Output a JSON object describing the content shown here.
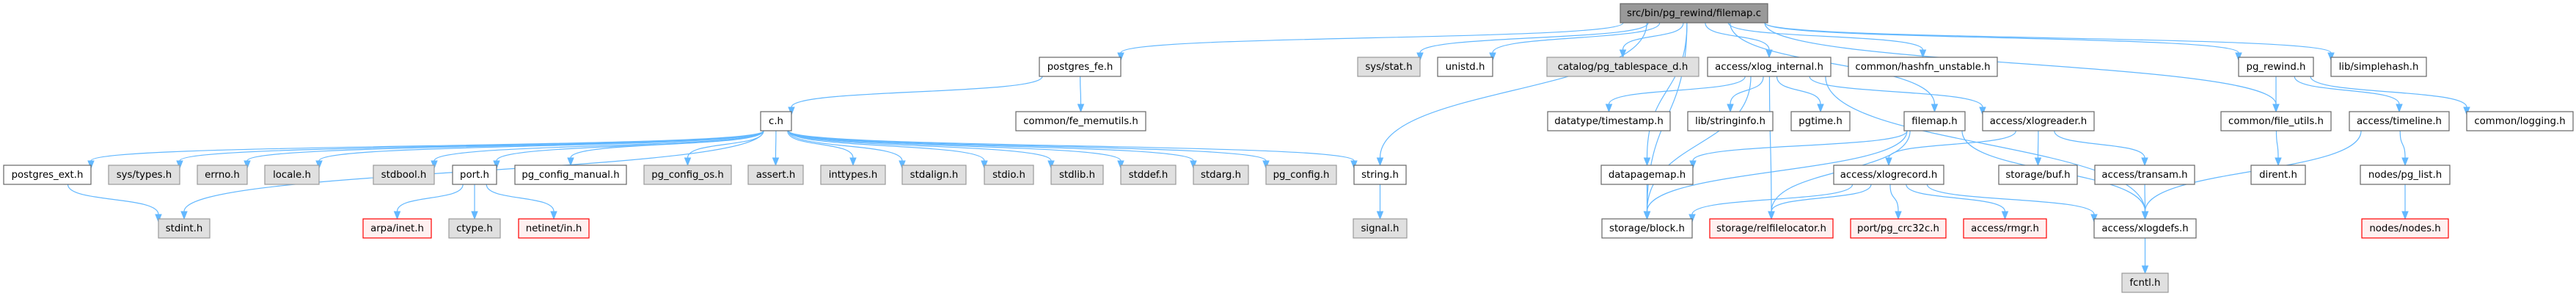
{
  "diagram": {
    "title": "src/bin/pg_rewind/filemap.c",
    "colors": {
      "edge": "#63b8ff",
      "root_fill": "#999999",
      "normal_fill": "#ffffff",
      "external_fill": "#e0e0e0",
      "missing_fill": "#fff0f0",
      "missing_stroke": "#ff0000"
    },
    "nodes": [
      {
        "id": "filemap_c",
        "label": "src/bin/pg_rewind/filemap.c",
        "kind": "root"
      },
      {
        "id": "postgres_fe",
        "label": "postgres_fe.h",
        "kind": "normal"
      },
      {
        "id": "sys_stat",
        "label": "sys/stat.h",
        "kind": "external"
      },
      {
        "id": "unistd",
        "label": "unistd.h",
        "kind": "normal"
      },
      {
        "id": "pg_tablespace_d",
        "label": "catalog/pg_tablespace_d.h",
        "kind": "external"
      },
      {
        "id": "xlog_internal",
        "label": "access/xlog_internal.h",
        "kind": "normal"
      },
      {
        "id": "hashfn_unstable",
        "label": "common/hashfn_unstable.h",
        "kind": "normal"
      },
      {
        "id": "pg_rewind",
        "label": "pg_rewind.h",
        "kind": "normal"
      },
      {
        "id": "simplehash",
        "label": "lib/simplehash.h",
        "kind": "normal"
      },
      {
        "id": "c_h",
        "label": "c.h",
        "kind": "normal"
      },
      {
        "id": "fe_memutils",
        "label": "common/fe_memutils.h",
        "kind": "normal"
      },
      {
        "id": "timestamp",
        "label": "datatype/timestamp.h",
        "kind": "normal"
      },
      {
        "id": "stringinfo",
        "label": "lib/stringinfo.h",
        "kind": "normal"
      },
      {
        "id": "pgtime",
        "label": "pgtime.h",
        "kind": "normal"
      },
      {
        "id": "filemap_h",
        "label": "filemap.h",
        "kind": "normal"
      },
      {
        "id": "xlogreader",
        "label": "access/xlogreader.h",
        "kind": "normal"
      },
      {
        "id": "file_utils",
        "label": "common/file_utils.h",
        "kind": "normal"
      },
      {
        "id": "timeline",
        "label": "access/timeline.h",
        "kind": "normal"
      },
      {
        "id": "logging",
        "label": "common/logging.h",
        "kind": "normal"
      },
      {
        "id": "postgres_ext",
        "label": "postgres_ext.h",
        "kind": "normal"
      },
      {
        "id": "sys_types",
        "label": "sys/types.h",
        "kind": "external"
      },
      {
        "id": "errno",
        "label": "errno.h",
        "kind": "external"
      },
      {
        "id": "locale",
        "label": "locale.h",
        "kind": "external"
      },
      {
        "id": "stdbool",
        "label": "stdbool.h",
        "kind": "external"
      },
      {
        "id": "port",
        "label": "port.h",
        "kind": "normal"
      },
      {
        "id": "pg_config_manual",
        "label": "pg_config_manual.h",
        "kind": "normal"
      },
      {
        "id": "pg_config_os",
        "label": "pg_config_os.h",
        "kind": "external"
      },
      {
        "id": "assert",
        "label": "assert.h",
        "kind": "external"
      },
      {
        "id": "inttypes",
        "label": "inttypes.h",
        "kind": "external"
      },
      {
        "id": "stdalign",
        "label": "stdalign.h",
        "kind": "external"
      },
      {
        "id": "stdio",
        "label": "stdio.h",
        "kind": "external"
      },
      {
        "id": "stdlib",
        "label": "stdlib.h",
        "kind": "external"
      },
      {
        "id": "stddef",
        "label": "stddef.h",
        "kind": "external"
      },
      {
        "id": "stdarg",
        "label": "stdarg.h",
        "kind": "external"
      },
      {
        "id": "pg_config",
        "label": "pg_config.h",
        "kind": "external"
      },
      {
        "id": "string_h",
        "label": "string.h",
        "kind": "normal"
      },
      {
        "id": "datapagemap",
        "label": "datapagemap.h",
        "kind": "normal"
      },
      {
        "id": "xlogrecord",
        "label": "access/xlogrecord.h",
        "kind": "normal"
      },
      {
        "id": "storage_buf",
        "label": "storage/buf.h",
        "kind": "normal"
      },
      {
        "id": "transam",
        "label": "access/transam.h",
        "kind": "normal"
      },
      {
        "id": "dirent",
        "label": "dirent.h",
        "kind": "normal"
      },
      {
        "id": "pg_list",
        "label": "nodes/pg_list.h",
        "kind": "normal"
      },
      {
        "id": "stdint",
        "label": "stdint.h",
        "kind": "external"
      },
      {
        "id": "arpa_inet",
        "label": "arpa/inet.h",
        "kind": "missing"
      },
      {
        "id": "ctype",
        "label": "ctype.h",
        "kind": "external"
      },
      {
        "id": "netinet_in",
        "label": "netinet/in.h",
        "kind": "missing"
      },
      {
        "id": "signal",
        "label": "signal.h",
        "kind": "external"
      },
      {
        "id": "storage_block",
        "label": "storage/block.h",
        "kind": "normal"
      },
      {
        "id": "relfilelocator",
        "label": "storage/relfilelocator.h",
        "kind": "missing"
      },
      {
        "id": "pg_crc32c",
        "label": "port/pg_crc32c.h",
        "kind": "missing"
      },
      {
        "id": "rmgr",
        "label": "access/rmgr.h",
        "kind": "missing"
      },
      {
        "id": "xlogdefs",
        "label": "access/xlogdefs.h",
        "kind": "normal"
      },
      {
        "id": "nodes_nodes",
        "label": "nodes/nodes.h",
        "kind": "missing"
      },
      {
        "id": "fcntl",
        "label": "fcntl.h",
        "kind": "external"
      }
    ],
    "edges": [
      [
        "filemap_c",
        "postgres_fe"
      ],
      [
        "filemap_c",
        "sys_stat"
      ],
      [
        "filemap_c",
        "unistd"
      ],
      [
        "filemap_c",
        "pg_tablespace_d"
      ],
      [
        "filemap_c",
        "xlog_internal"
      ],
      [
        "filemap_c",
        "hashfn_unstable"
      ],
      [
        "filemap_c",
        "pg_rewind"
      ],
      [
        "filemap_c",
        "simplehash"
      ],
      [
        "filemap_c",
        "string_h"
      ],
      [
        "filemap_c",
        "datapagemap"
      ],
      [
        "filemap_c",
        "filemap_h"
      ],
      [
        "filemap_c",
        "file_utils"
      ],
      [
        "filemap_c",
        "storage_block"
      ],
      [
        "postgres_fe",
        "c_h"
      ],
      [
        "postgres_fe",
        "fe_memutils"
      ],
      [
        "c_h",
        "postgres_ext"
      ],
      [
        "c_h",
        "sys_types"
      ],
      [
        "c_h",
        "errno"
      ],
      [
        "c_h",
        "locale"
      ],
      [
        "c_h",
        "stdint"
      ],
      [
        "c_h",
        "stdbool"
      ],
      [
        "c_h",
        "port"
      ],
      [
        "c_h",
        "pg_config_manual"
      ],
      [
        "c_h",
        "pg_config_os"
      ],
      [
        "c_h",
        "assert"
      ],
      [
        "c_h",
        "inttypes"
      ],
      [
        "c_h",
        "stdalign"
      ],
      [
        "c_h",
        "stdio"
      ],
      [
        "c_h",
        "stdlib"
      ],
      [
        "c_h",
        "stddef"
      ],
      [
        "c_h",
        "stdarg"
      ],
      [
        "c_h",
        "pg_config"
      ],
      [
        "c_h",
        "string_h"
      ],
      [
        "postgres_ext",
        "stdint"
      ],
      [
        "port",
        "arpa_inet"
      ],
      [
        "port",
        "ctype"
      ],
      [
        "port",
        "netinet_in"
      ],
      [
        "string_h",
        "signal"
      ],
      [
        "xlog_internal",
        "timestamp"
      ],
      [
        "xlog_internal",
        "stringinfo"
      ],
      [
        "xlog_internal",
        "pgtime"
      ],
      [
        "xlog_internal",
        "xlogreader"
      ],
      [
        "xlog_internal",
        "storage_block"
      ],
      [
        "xlog_internal",
        "relfilelocator"
      ],
      [
        "xlog_internal",
        "xlogdefs"
      ],
      [
        "filemap_h",
        "datapagemap"
      ],
      [
        "filemap_h",
        "storage_block"
      ],
      [
        "filemap_h",
        "relfilelocator"
      ],
      [
        "filemap_h",
        "xlogdefs"
      ],
      [
        "datapagemap",
        "storage_block"
      ],
      [
        "xlogreader",
        "xlogrecord"
      ],
      [
        "xlogreader",
        "storage_buf"
      ],
      [
        "xlogreader",
        "transam"
      ],
      [
        "xlogrecord",
        "storage_block"
      ],
      [
        "xlogrecord",
        "relfilelocator"
      ],
      [
        "xlogrecord",
        "pg_crc32c"
      ],
      [
        "xlogrecord",
        "rmgr"
      ],
      [
        "xlogrecord",
        "xlogdefs"
      ],
      [
        "transam",
        "xlogdefs"
      ],
      [
        "xlogdefs",
        "fcntl"
      ],
      [
        "pg_rewind",
        "file_utils"
      ],
      [
        "pg_rewind",
        "timeline"
      ],
      [
        "pg_rewind",
        "logging"
      ],
      [
        "file_utils",
        "dirent"
      ],
      [
        "timeline",
        "pg_list"
      ],
      [
        "timeline",
        "xlogdefs"
      ],
      [
        "pg_list",
        "nodes_nodes"
      ]
    ]
  }
}
